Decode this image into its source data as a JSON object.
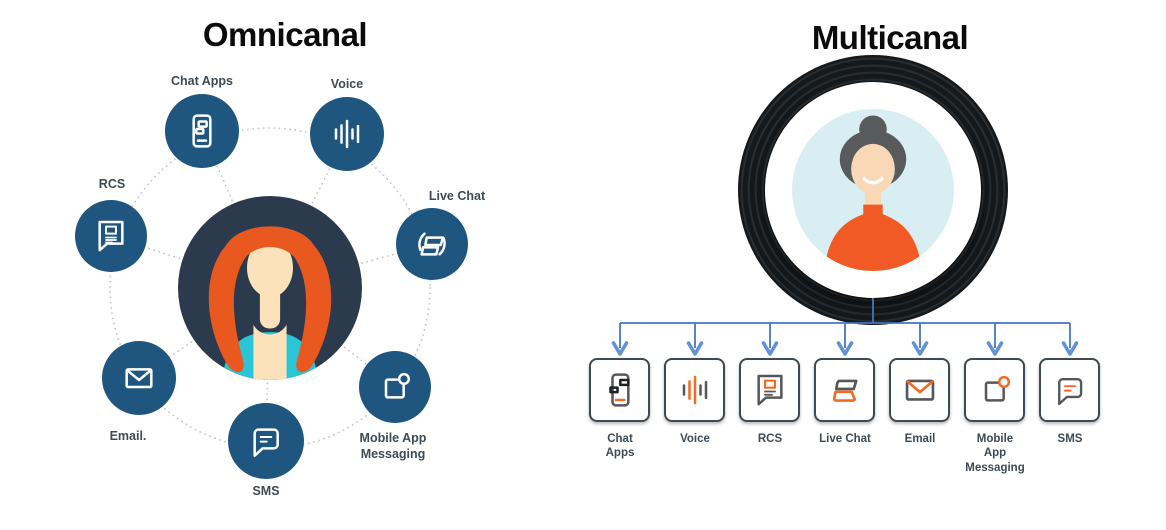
{
  "diagram": {
    "left": {
      "title": "Omnicanal",
      "channels": [
        {
          "label": "Chat Apps",
          "icon": "phone-chat-icon"
        },
        {
          "label": "Voice",
          "icon": "voice-waves-icon"
        },
        {
          "label": "RCS",
          "icon": "rcs-chat-icon"
        },
        {
          "label": "Live Chat",
          "icon": "live-chat-icon"
        },
        {
          "label": "Email.",
          "icon": "email-envelope-icon"
        },
        {
          "label": "SMS",
          "icon": "sms-bubble-icon"
        },
        {
          "label": "Mobile App Messaging",
          "icon": "mobile-app-notification-icon"
        }
      ]
    },
    "right": {
      "title": "Multicanal",
      "channels": [
        {
          "label": "Chat Apps",
          "icon": "phone-chat-icon"
        },
        {
          "label": "Voice",
          "icon": "voice-waves-icon"
        },
        {
          "label": "RCS",
          "icon": "rcs-chat-icon"
        },
        {
          "label": "Live Chat",
          "icon": "live-chat-icon"
        },
        {
          "label": "Email",
          "icon": "email-envelope-icon"
        },
        {
          "label": "Mobile App Messaging",
          "icon": "mobile-app-notification-icon"
        },
        {
          "label": "SMS",
          "icon": "sms-bubble-icon"
        }
      ]
    }
  },
  "colors": {
    "channel_circle_blue": "#1E567F",
    "center_circle_navy": "#2B3B4D",
    "avatar_hair_orange": "#E8581F",
    "avatar_skin": "#FBE2BA",
    "avatar_shirt_teal": "#2BC5D8",
    "dotted_line_gray": "#C2C2C2",
    "arrow_blue": "#4576BE",
    "arrowhead_blue": "#6093D6",
    "card_border": "#3F4A52",
    "icon_gray": "#55575B",
    "icon_orange": "#F26B21",
    "ring_dark": "#15191c",
    "inner_circle_pale_blue": "#D9EEF3",
    "label_color": "#3E4A54"
  }
}
